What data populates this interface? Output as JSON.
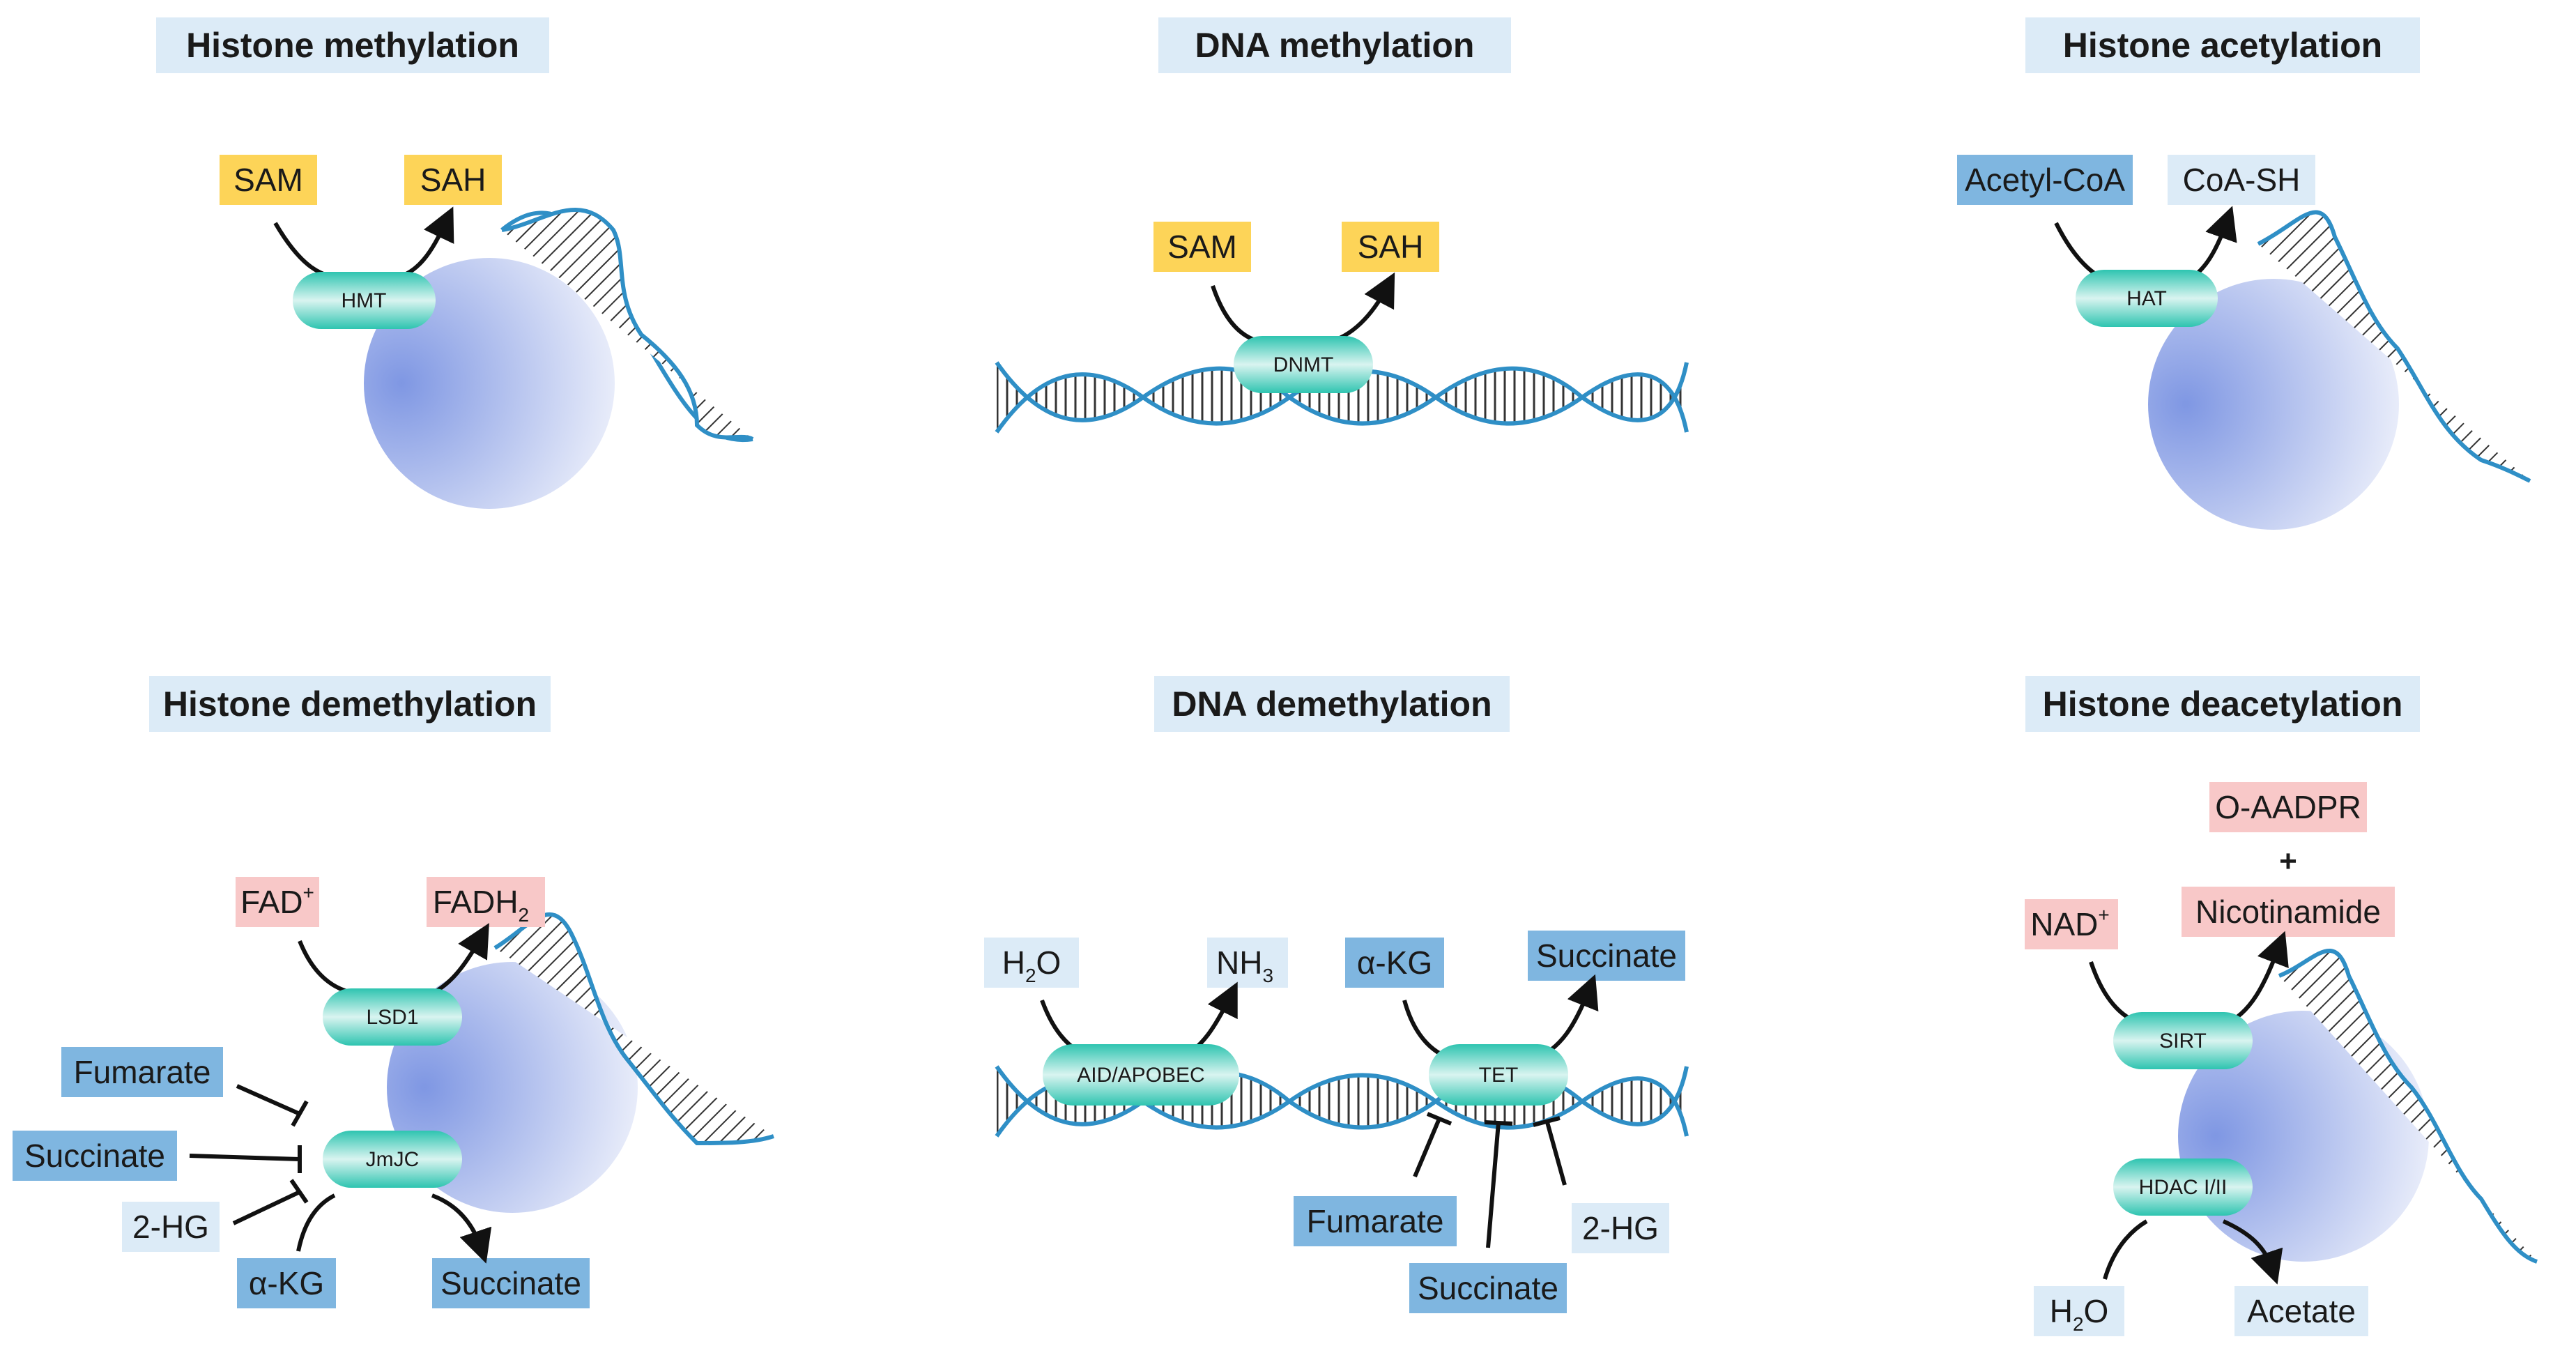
{
  "colors": {
    "title_bg": "#dcebf7",
    "yellow": "#fdd458",
    "blue": "#7fb6e0",
    "light_blue": "#dcebf7",
    "pink": "#f8c8c8",
    "helix": "#2f8fc6",
    "enzyme": "#3cc9b8",
    "histone": "#8fa5e6"
  },
  "panels": {
    "histone_methylation": {
      "title": "Histone methylation",
      "enzyme": "HMT",
      "substrate": "SAM",
      "product": "SAH"
    },
    "dna_methylation": {
      "title": "DNA methylation",
      "enzyme": "DNMT",
      "substrate": "SAM",
      "product": "SAH"
    },
    "histone_acetylation": {
      "title": "Histone acetylation",
      "enzyme": "HAT",
      "substrate": "Acetyl-CoA",
      "product": "CoA-SH"
    },
    "histone_demethylation": {
      "title": "Histone demethylation",
      "enzyme_lsd": "LSD1",
      "enzyme_jmjc": "JmJC",
      "lsd_substrate": "FAD",
      "lsd_substrate_sup": "+",
      "lsd_product": "FADH",
      "lsd_product_sub": "2",
      "inhibitors": [
        "Fumarate",
        "Succinate",
        "2-HG"
      ],
      "jmjc_substrate": "α-KG",
      "jmjc_product": "Succinate"
    },
    "dna_demethylation": {
      "title": "DNA demethylation",
      "enzyme_aid": "AID/APOBEC",
      "enzyme_tet": "TET",
      "aid_substrate": "H",
      "aid_substrate_sub": "2",
      "aid_substrate_end": "O",
      "aid_product": "NH",
      "aid_product_sub": "3",
      "tet_substrate": "α-KG",
      "tet_product": "Succinate",
      "inhibitors": [
        "Fumarate",
        "Succinate",
        "2-HG"
      ]
    },
    "histone_deacetylation": {
      "title": "Histone deacetylation",
      "enzyme_sirt": "SIRT",
      "enzyme_hdac": "HDAC I/II",
      "sirt_substrate": "NAD",
      "sirt_substrate_sup": "+",
      "sirt_product_1": "O-AADPR",
      "plus": "+",
      "sirt_product_2": "Nicotinamide",
      "hdac_substrate": "H",
      "hdac_substrate_sub": "2",
      "hdac_substrate_end": "O",
      "hdac_product": "Acetate"
    }
  }
}
